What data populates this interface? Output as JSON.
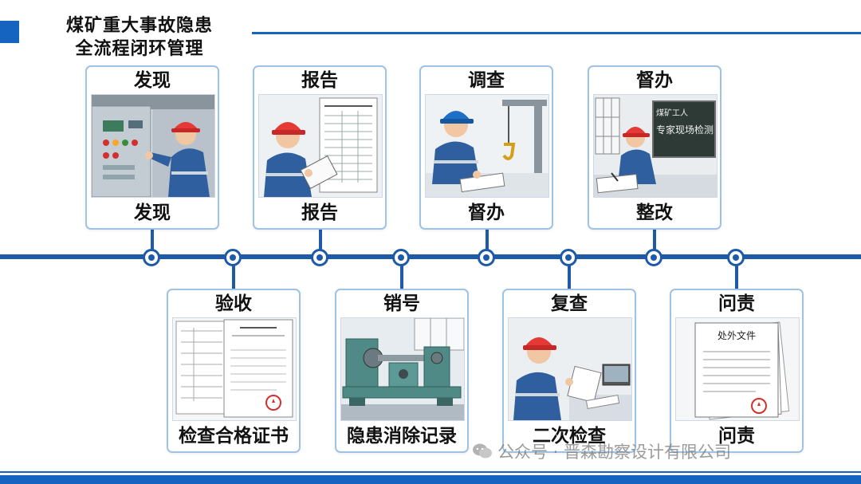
{
  "title": {
    "line1": "煤矿重大事故隐患",
    "line2": "全流程闭环管理"
  },
  "top_cards": [
    {
      "top": "发现",
      "bottom": "发现",
      "icon": "worker-at-control-panel-image"
    },
    {
      "top": "报告",
      "bottom": "报告",
      "icon": "worker-writing-report-image"
    },
    {
      "top": "调查",
      "bottom": "督办",
      "icon": "worker-investigating-image"
    },
    {
      "top": "督办",
      "bottom": "整改",
      "icon": "expert-field-inspection-image",
      "board_text": {
        "line1": "煤矿工人",
        "line2": "专家现场检测"
      }
    }
  ],
  "bottom_cards": [
    {
      "top": "验收",
      "bottom": "检查合格证书",
      "icon": "certificate-document-image"
    },
    {
      "top": "销号",
      "bottom": "隐患消除记录",
      "icon": "lathe-machine-image"
    },
    {
      "top": "复查",
      "bottom": "二次检查",
      "icon": "worker-rechecking-image"
    },
    {
      "top": "问责",
      "bottom": "问责",
      "icon": "penalty-document-image",
      "doc_title": "处外文件"
    }
  ],
  "watermark": "公众号 · 晋森勘察设计有限公司",
  "colors": {
    "accent": "#1565c0",
    "timeline": "#1e5aa8",
    "card_border": "#9ec3e4",
    "helmet": "#e53935",
    "helmet_blue": "#1e6fc8",
    "uniform": "#2f5f9e"
  }
}
